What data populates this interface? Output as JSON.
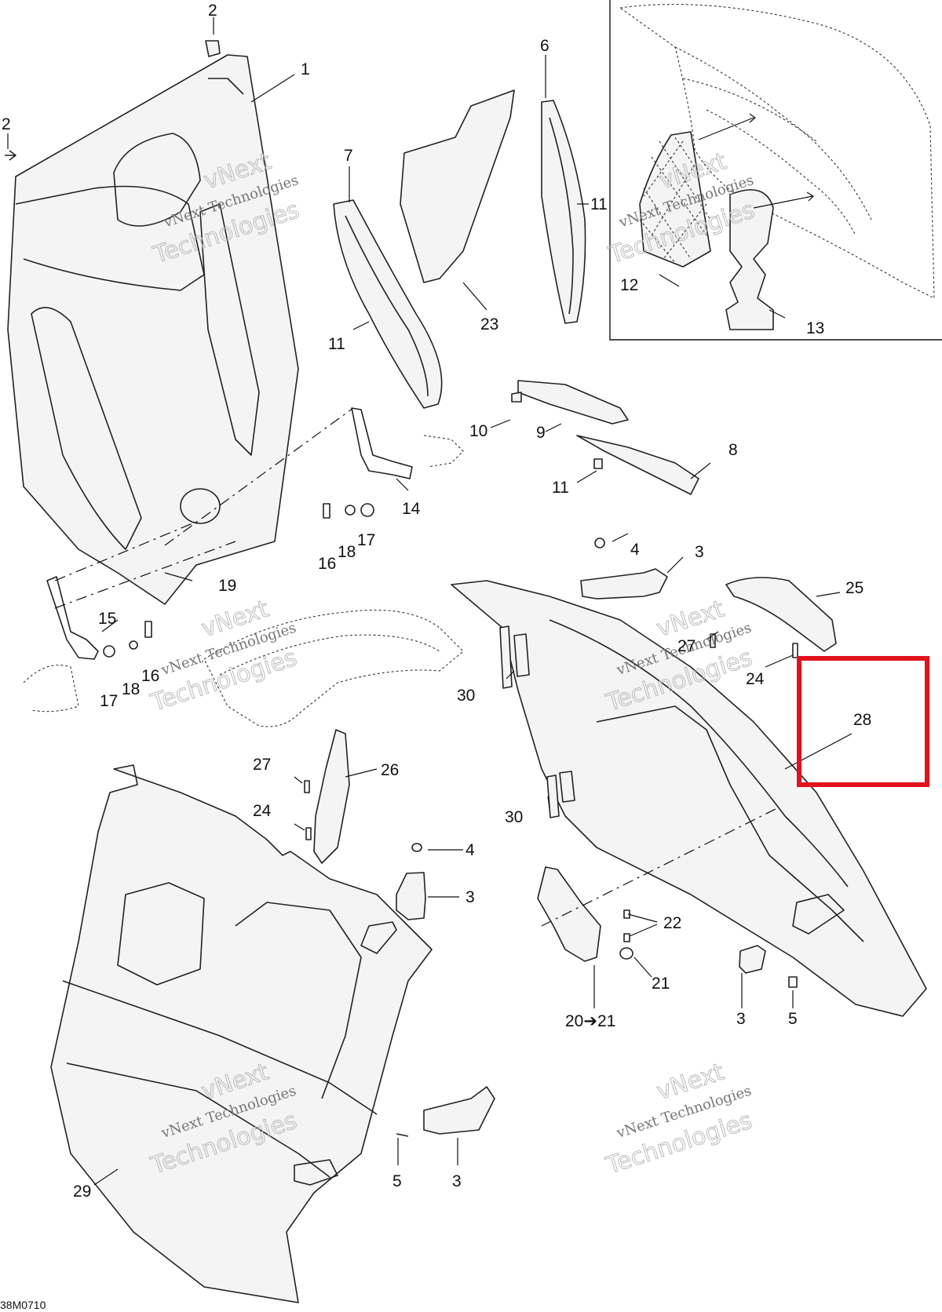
{
  "diagram": {
    "drawing_code": "38M0710",
    "highlight_label": "28",
    "watermark": {
      "line1": "vNext Technologies",
      "line2": "Technologies",
      "line3": "vNext"
    },
    "callouts": {
      "c1": "1",
      "c2a": "2",
      "c2b": "2",
      "c3a": "3",
      "c3b": "3",
      "c3c": "3",
      "c3d": "3",
      "c4a": "4",
      "c4b": "4",
      "c5a": "5",
      "c5b": "5",
      "c6": "6",
      "c7": "7",
      "c8": "8",
      "c9": "9",
      "c10": "10",
      "c11a": "11",
      "c11b": "11",
      "c11c": "11",
      "c12": "12",
      "c13": "13",
      "c14": "14",
      "c15": "15",
      "c16a": "16",
      "c16b": "16",
      "c17a": "17",
      "c17b": "17",
      "c18a": "18",
      "c18b": "18",
      "c19": "19",
      "c20": "20➔21",
      "c21": "21",
      "c22": "22",
      "c23": "23",
      "c24a": "24",
      "c24b": "24",
      "c25": "25",
      "c26": "26",
      "c27a": "27",
      "c27b": "27",
      "c28": "28",
      "c29": "29",
      "c30a": "30",
      "c30b": "30"
    }
  }
}
